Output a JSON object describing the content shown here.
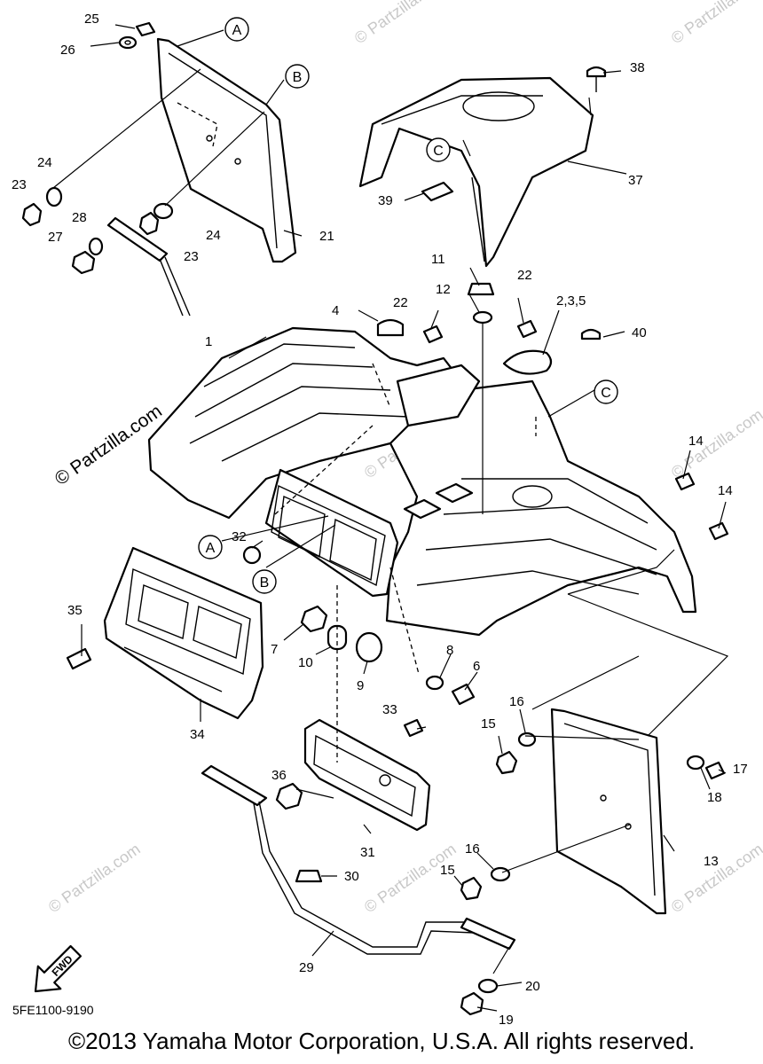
{
  "diagram": {
    "watermarks": {
      "small": "© Partzilla.com",
      "large": "© Partzilla.com"
    },
    "callouts": [
      {
        "id": "c1",
        "text": "1"
      },
      {
        "id": "c2",
        "text": "2,3,5"
      },
      {
        "id": "c4",
        "text": "4"
      },
      {
        "id": "c6",
        "text": "6"
      },
      {
        "id": "c7",
        "text": "7"
      },
      {
        "id": "c8",
        "text": "8"
      },
      {
        "id": "c9",
        "text": "9"
      },
      {
        "id": "c10",
        "text": "10"
      },
      {
        "id": "c11",
        "text": "11"
      },
      {
        "id": "c12",
        "text": "12"
      },
      {
        "id": "c13",
        "text": "13"
      },
      {
        "id": "c14a",
        "text": "14"
      },
      {
        "id": "c14b",
        "text": "14"
      },
      {
        "id": "c15a",
        "text": "15"
      },
      {
        "id": "c15b",
        "text": "15"
      },
      {
        "id": "c16a",
        "text": "16"
      },
      {
        "id": "c16b",
        "text": "16"
      },
      {
        "id": "c17",
        "text": "17"
      },
      {
        "id": "c18",
        "text": "18"
      },
      {
        "id": "c19",
        "text": "19"
      },
      {
        "id": "c20",
        "text": "20"
      },
      {
        "id": "c21",
        "text": "21"
      },
      {
        "id": "c22a",
        "text": "22"
      },
      {
        "id": "c22b",
        "text": "22"
      },
      {
        "id": "c23a",
        "text": "23"
      },
      {
        "id": "c23b",
        "text": "23"
      },
      {
        "id": "c24a",
        "text": "24"
      },
      {
        "id": "c24b",
        "text": "24"
      },
      {
        "id": "c25",
        "text": "25"
      },
      {
        "id": "c26",
        "text": "26"
      },
      {
        "id": "c27",
        "text": "27"
      },
      {
        "id": "c28",
        "text": "28"
      },
      {
        "id": "c29",
        "text": "29"
      },
      {
        "id": "c30",
        "text": "30"
      },
      {
        "id": "c31",
        "text": "31"
      },
      {
        "id": "c32",
        "text": "32"
      },
      {
        "id": "c33",
        "text": "33"
      },
      {
        "id": "c34",
        "text": "34"
      },
      {
        "id": "c35",
        "text": "35"
      },
      {
        "id": "c36",
        "text": "36"
      },
      {
        "id": "c37",
        "text": "37"
      },
      {
        "id": "c38",
        "text": "38"
      },
      {
        "id": "c39",
        "text": "39"
      },
      {
        "id": "c40",
        "text": "40"
      }
    ],
    "reference_letters": [
      {
        "id": "rA1",
        "text": "A"
      },
      {
        "id": "rB1",
        "text": "B"
      },
      {
        "id": "rC1",
        "text": "C"
      },
      {
        "id": "rA2",
        "text": "A"
      },
      {
        "id": "rB2",
        "text": "B"
      },
      {
        "id": "rC2",
        "text": "C"
      }
    ],
    "fwd_label": "FWD",
    "diagram_code": "5FE1100-9190",
    "copyright": "©2013 Yamaha Motor Corporation, U.S.A. All rights reserved."
  }
}
